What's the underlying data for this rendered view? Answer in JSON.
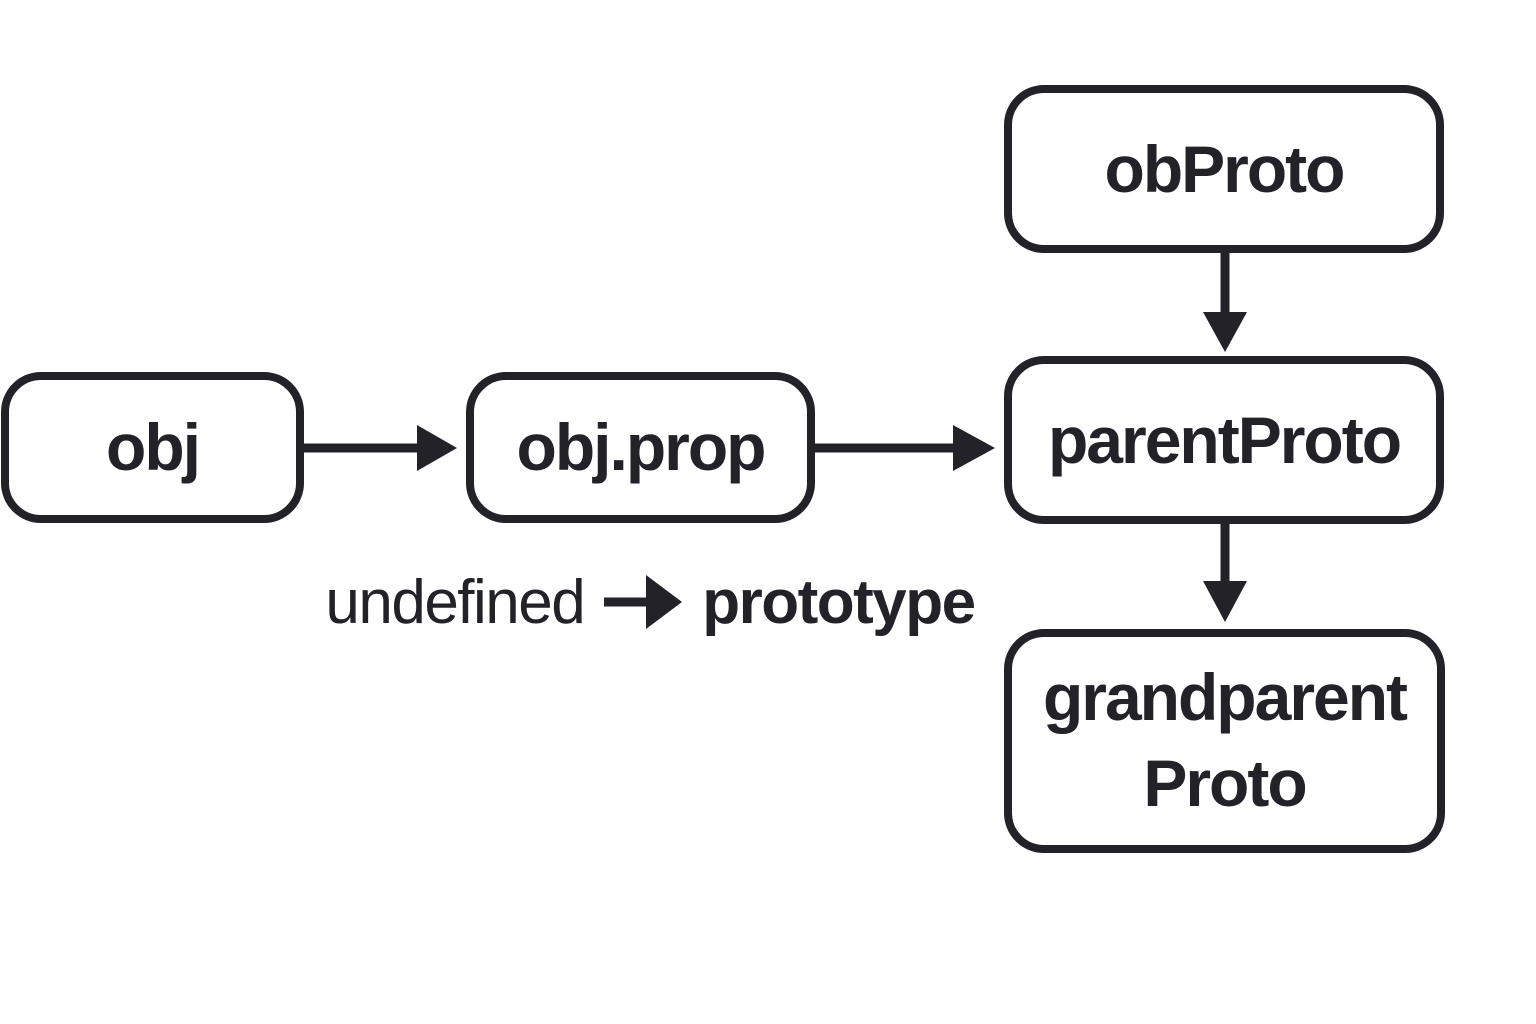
{
  "colors": {
    "stroke": "#222228",
    "background": "#ffffff"
  },
  "diagram": {
    "title": "prototype-chain-lookup-diagram",
    "nodes": {
      "obj": {
        "label": "obj"
      },
      "objProp": {
        "label": "obj.prop"
      },
      "obProto": {
        "label": "obProto"
      },
      "parentProto": {
        "label": "parentProto"
      },
      "grandparentProto": {
        "line1": "grandparent",
        "line2": "Proto"
      }
    },
    "edges": [
      {
        "from": "obj",
        "to": "obj.prop"
      },
      {
        "from": "obj.prop",
        "to": "parentProto"
      },
      {
        "from": "obProto",
        "to": "parentProto"
      },
      {
        "from": "parentProto",
        "to": "grandparentProto"
      }
    ],
    "annotation": {
      "left_text": "undefined",
      "arrow_icon": "right-arrow",
      "right_text": "prototype"
    }
  }
}
